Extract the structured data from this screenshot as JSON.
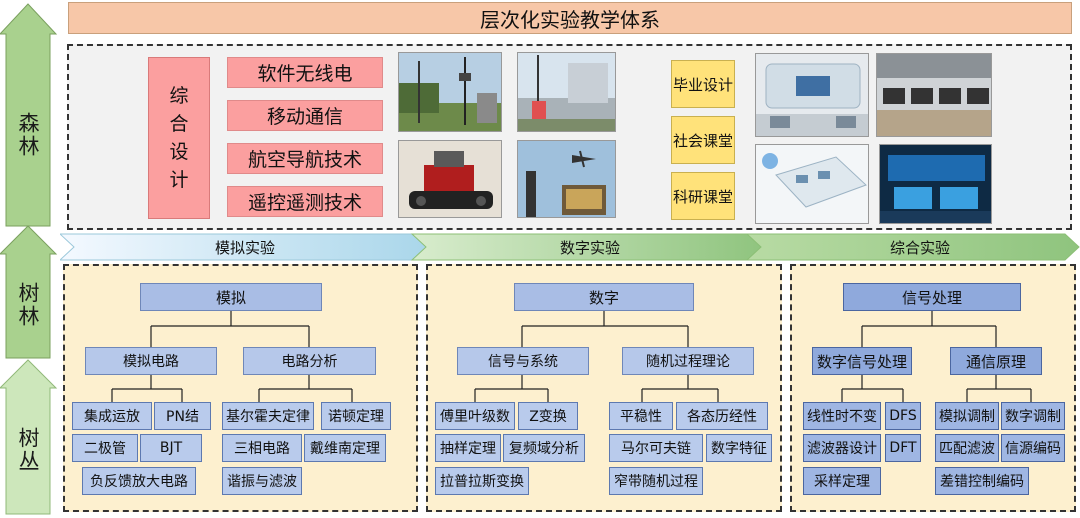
{
  "title": "层次化实验教学体系",
  "levels": [
    "森林",
    "树林",
    "树丛"
  ],
  "forest": {
    "comprehensive": "综合设计",
    "topics": [
      "软件无线电",
      "移动通信",
      "航空导航技术",
      "遥控遥测技术"
    ],
    "courses": [
      "毕业设计",
      "社会课堂",
      "科研课堂"
    ]
  },
  "stages": [
    "模拟实验",
    "数字实验",
    "综合实验"
  ],
  "analog": {
    "root": "模拟",
    "branches": [
      "模拟电路",
      "电路分析"
    ],
    "circuit_items": [
      "集成运放",
      "PN结",
      "二极管",
      "BJT",
      "负反馈放大电路"
    ],
    "analysis_items": [
      "基尔霍夫定律",
      "诺顿定理",
      "三相电路",
      "戴维南定理",
      "谐振与滤波"
    ]
  },
  "digital": {
    "root": "数字",
    "branches": [
      "信号与系统",
      "随机过程理论"
    ],
    "signal_items": [
      "傅里叶级数",
      "Z变换",
      "抽样定理",
      "复频域分析",
      "拉普拉斯变换"
    ],
    "random_items": [
      "平稳性",
      "各态历经性",
      "马尔可夫链",
      "数字特征",
      "窄带随机过程"
    ]
  },
  "synthesis": {
    "root": "信号处理",
    "branches": [
      "数字信号处理",
      "通信原理"
    ],
    "dsp_items": [
      "线性时不变",
      "DFS",
      "滤波器设计",
      "DFT",
      "采样定理"
    ],
    "comm_items": [
      "模拟调制",
      "数字调制",
      "匹配滤波",
      "信源编码",
      "差错控制编码"
    ]
  }
}
